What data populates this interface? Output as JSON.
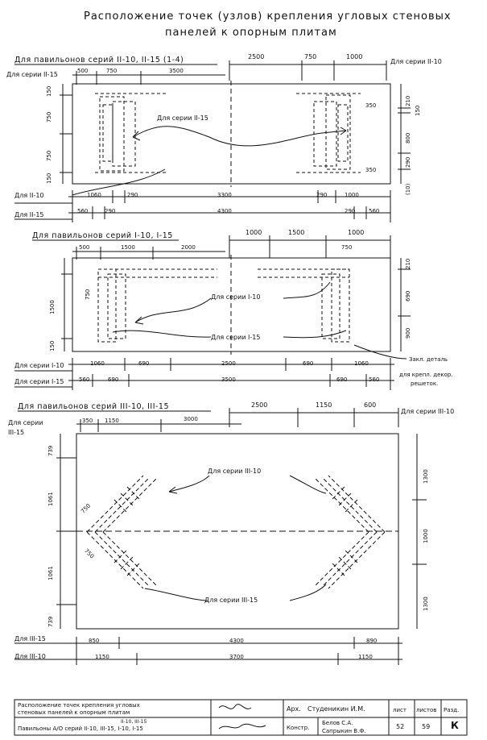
{
  "title": {
    "line1": "Расположение точек (узлов) крепления угловых стеновых",
    "line2": "панелей к опорным плитам"
  },
  "section1": {
    "heading": "Для павильонов серий II-10, II-15 (1-4)",
    "left_series_top": "Для серии II-15",
    "right_series_top": "Для серии II-10",
    "top_dims_main": [
      "2500",
      "750",
      "1000"
    ],
    "top_dims_small": [
      "500",
      "750",
      "3500"
    ],
    "left_dims": [
      "150",
      "750",
      "750",
      "150"
    ],
    "right_dims": [
      "210",
      "150",
      "800",
      "290",
      "(10)"
    ],
    "note_inner": [
      "350",
      "350"
    ],
    "callout": "Для серии II-15",
    "row1_label": "Для II-10",
    "row1_dims": [
      "1060",
      "290",
      "3300",
      "290",
      "1000"
    ],
    "row2_label": "Для II-15",
    "row2_dims": [
      "560",
      "290",
      "4300",
      "290",
      "560"
    ]
  },
  "section2": {
    "heading": "Для павильонов серий I-10, I-15",
    "top_dims_main": [
      "1000",
      "1500",
      "1000"
    ],
    "top_dims_small": [
      "500",
      "1500",
      "2000"
    ],
    "dim_750_top": "750",
    "left_dims": [
      "750",
      "1500",
      "150"
    ],
    "right_dims": [
      "210",
      "690",
      "900"
    ],
    "callout_a": "Для серии I-10",
    "callout_b": "Для серии I-15",
    "note": [
      "Закл. деталь",
      "для крепл. декор.",
      "решеток."
    ],
    "row1_label": "Для серии I-10",
    "row1_dims": [
      "1060",
      "690",
      "2500",
      "690",
      "1060"
    ],
    "row2_label": "Для серии I-15",
    "row2_dims": [
      "560",
      "690",
      "3500",
      "690",
      "560"
    ]
  },
  "section3": {
    "heading": "Для павильонов серий III-10, III-15",
    "left_series_top_1": "Для серии",
    "left_series_top_2": "III-15",
    "right_series_top": "Для серии III-10",
    "top_dims_main": [
      "2500",
      "1150",
      "600"
    ],
    "top_dims_small": [
      "350",
      "1150",
      "3000"
    ],
    "left_dims": [
      "739",
      "1061",
      "1061",
      "739"
    ],
    "right_dims": [
      "1300",
      "1000",
      "1300"
    ],
    "diag_dims": [
      "750",
      "750"
    ],
    "callout_a": "Для серии III-10",
    "callout_b": "Для серии III-15",
    "row1_label": "Для III-15",
    "row1_dims": [
      "850",
      "4300",
      "890"
    ],
    "row2_label": "Для III-10",
    "row2_dims": [
      "1150",
      "3700",
      "1150"
    ]
  },
  "stamp": {
    "desc_line1": "Расположение точек крепления угловых",
    "desc_line2": "стеновых панелей к опорным плитам",
    "desc_line3": "Павильоны А/О серий II-10, III-15, I-10, I-15",
    "desc_sup": "II-10, III-15",
    "role1": "Арх.",
    "name1": "Студеникин И.М.",
    "role2": "Констр.",
    "name2a": "Белов С.А.",
    "name2b": "Сапрыкин В.Ф.",
    "col_sheet": "лист",
    "col_sheets": "листов",
    "col_section": "Разд.",
    "sheet_no": "52",
    "sheets_total": "59",
    "section_letter": "К"
  }
}
